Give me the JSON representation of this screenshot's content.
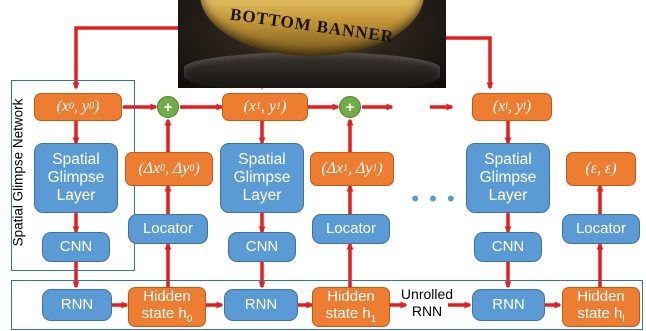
{
  "photo": {
    "engraved_text": "BOTTOM BANNER"
  },
  "network_label": "Spatial Glimpse Network",
  "plus_sign": "+",
  "ellipsis": "• • •",
  "unrolled": {
    "line1": "Unrolled",
    "line2": "RNN"
  },
  "columns": [
    {
      "coord": "(x",
      "coord_sub": "0",
      "coord_mid": ", y",
      "coord_sub2": "0",
      "coord_end": ")",
      "glimpse_line1": "Spatial",
      "glimpse_line2": "Glimpse",
      "glimpse_line3": "Layer",
      "cnn": "CNN",
      "rnn": "RNN",
      "hidden_line1": "Hidden",
      "hidden_line2": "state h",
      "hidden_sub": "0",
      "locator": "Locator",
      "delta": "(Δx",
      "delta_sub": "0",
      "delta_mid": ", Δy",
      "delta_sub2": "0",
      "delta_end": ")"
    },
    {
      "coord": "(x",
      "coord_sub": "1",
      "coord_mid": ", y",
      "coord_sub2": "1",
      "coord_end": ")",
      "glimpse_line1": "Spatial",
      "glimpse_line2": "Glimpse",
      "glimpse_line3": "Layer",
      "cnn": "CNN",
      "rnn": "RNN",
      "hidden_line1": "Hidden",
      "hidden_line2": "state h",
      "hidden_sub": "1",
      "locator": "Locator",
      "delta": "(Δx",
      "delta_sub": "1",
      "delta_mid": ", Δy",
      "delta_sub2": "1",
      "delta_end": ")"
    },
    {
      "coord": "(x",
      "coord_sub": "l",
      "coord_mid": ", y",
      "coord_sub2": "l",
      "coord_end": ")",
      "glimpse_line1": "Spatial",
      "glimpse_line2": "Glimpse",
      "glimpse_line3": "Layer",
      "cnn": "CNN",
      "rnn": "RNN",
      "hidden_line1": "Hidden",
      "hidden_line2": "state h",
      "hidden_sub": "l",
      "locator": "Locator",
      "end": "(ε, ε)"
    }
  ],
  "colors": {
    "arrow": "#e81c1c",
    "blue": "#5b9bd5",
    "orange": "#ed7d31",
    "plus": "#70ad47",
    "panel_border": "#2e75b6"
  }
}
